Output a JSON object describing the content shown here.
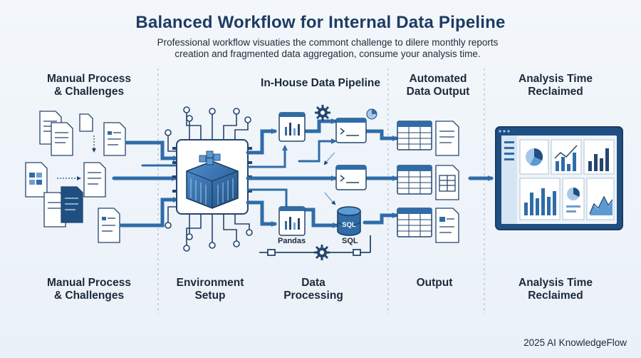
{
  "title": "Balanced Workflow for Internal Data Pipeline",
  "subtitle": "Professional workflow visuaties the commont challenge to dilere monthly reports creation and fragmented data aggregation, consume your analysis time.",
  "top_labels": {
    "manual": "Manual Process\n& Challenges",
    "pipeline": "In-House Data Pipeline",
    "automated": "Automated\nData Output",
    "analysis": "Analysis Time\nReclaimed"
  },
  "bottom_labels": {
    "manual": "Manual Process\n& Challenges",
    "environment": "Environment\nSetup",
    "processing": "Data\nProcessing",
    "output": "Output",
    "analysis": "Analysis Time\nReclaimed"
  },
  "tool_labels": {
    "pandas": "Pandas",
    "sql": "SQL",
    "sql_badge": "SQL"
  },
  "footer": "2025 AI KnowledgeFlow",
  "colors": {
    "dark_blue": "#1f4f82",
    "mid_blue": "#2f6ca8",
    "light_blue": "#d6e5f3",
    "line": "#3a72ad",
    "outline": "#24466e"
  },
  "icons": [
    "document-icon",
    "chip-icon",
    "container-icon",
    "code-window-icon",
    "chart-window-icon",
    "database-icon",
    "gear-icon",
    "spreadsheet-icon",
    "dashboard-icon",
    "pie-chart-icon"
  ]
}
